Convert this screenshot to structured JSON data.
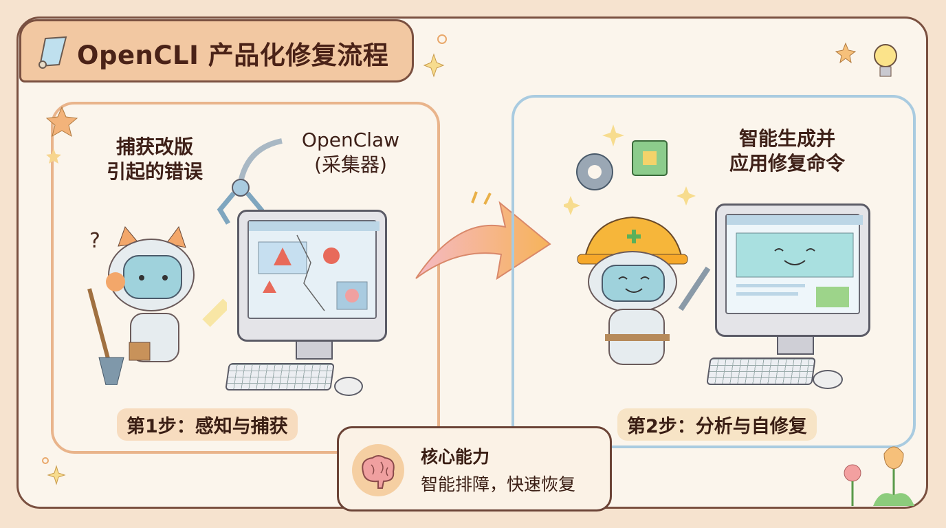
{
  "title": "OpenCLI 产品化修复流程",
  "step1": {
    "caption": [
      "捕获改版",
      "引起的错误"
    ],
    "tool_label": [
      "OpenClaw",
      "(采集器)"
    ],
    "step_label": "第1步：感知与捕获"
  },
  "step2": {
    "caption": [
      "智能生成并",
      "应用修复命令"
    ],
    "step_label": "第2步：分析与自修复"
  },
  "core": {
    "title": "核心能力",
    "subtitle": "智能排障，快速恢复"
  },
  "colors": {
    "step1_border": "#e9b48b",
    "step2_border": "#a9cbe0",
    "banner": "#f2c8a2",
    "ink": "#4a2a1e"
  }
}
